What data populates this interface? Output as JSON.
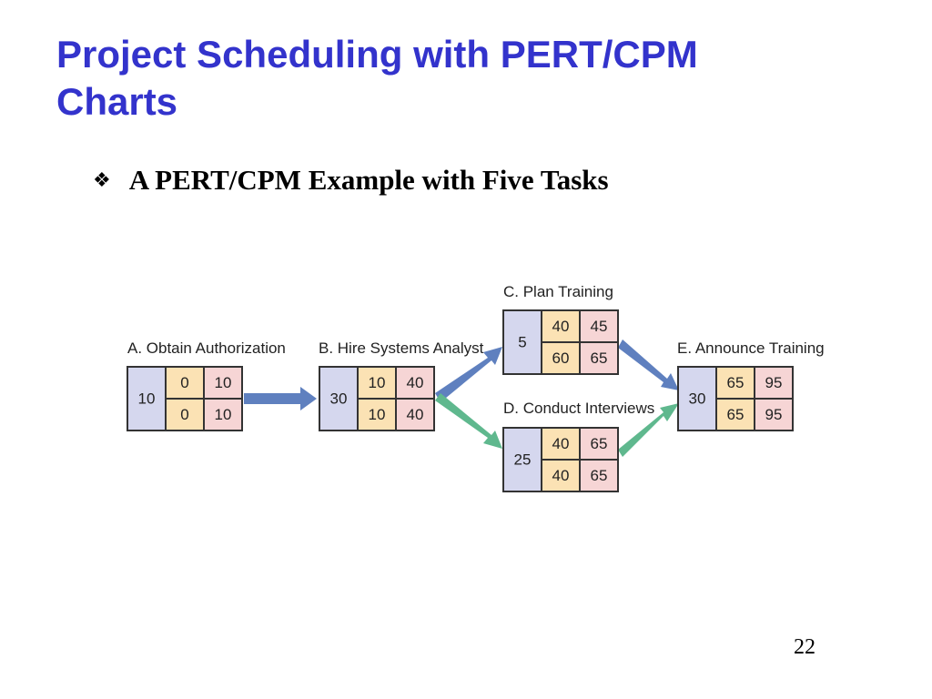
{
  "slide": {
    "title_line1": "Project Scheduling with PERT/CPM",
    "title_line2": "Charts",
    "bullet_icon": "diamond-bullet-icon",
    "bullet": "A PERT/CPM Example with Five Tasks",
    "page_number": "22"
  },
  "colors": {
    "title": "#3333cc",
    "duration_cell": "#d5d7ee",
    "early_cell": "#fbe2b4",
    "late_cell": "#f6d5d5",
    "arrow_blue": "#5f80bf",
    "arrow_green": "#5fb88e"
  },
  "tasks": [
    {
      "id": "A",
      "label": "A. Obtain Authorization",
      "duration": "10",
      "es": "0",
      "ef": "10",
      "ls": "0",
      "lf": "10"
    },
    {
      "id": "B",
      "label": "B. Hire Systems Analyst",
      "duration": "30",
      "es": "10",
      "ef": "40",
      "ls": "10",
      "lf": "40"
    },
    {
      "id": "C",
      "label": "C. Plan Training",
      "duration": "5",
      "es": "40",
      "ef": "45",
      "ls": "60",
      "lf": "65"
    },
    {
      "id": "D",
      "label": "D. Conduct Interviews",
      "duration": "25",
      "es": "40",
      "ef": "65",
      "ls": "40",
      "lf": "65"
    },
    {
      "id": "E",
      "label": "E. Announce Training",
      "duration": "30",
      "es": "65",
      "ef": "95",
      "ls": "65",
      "lf": "95"
    }
  ]
}
